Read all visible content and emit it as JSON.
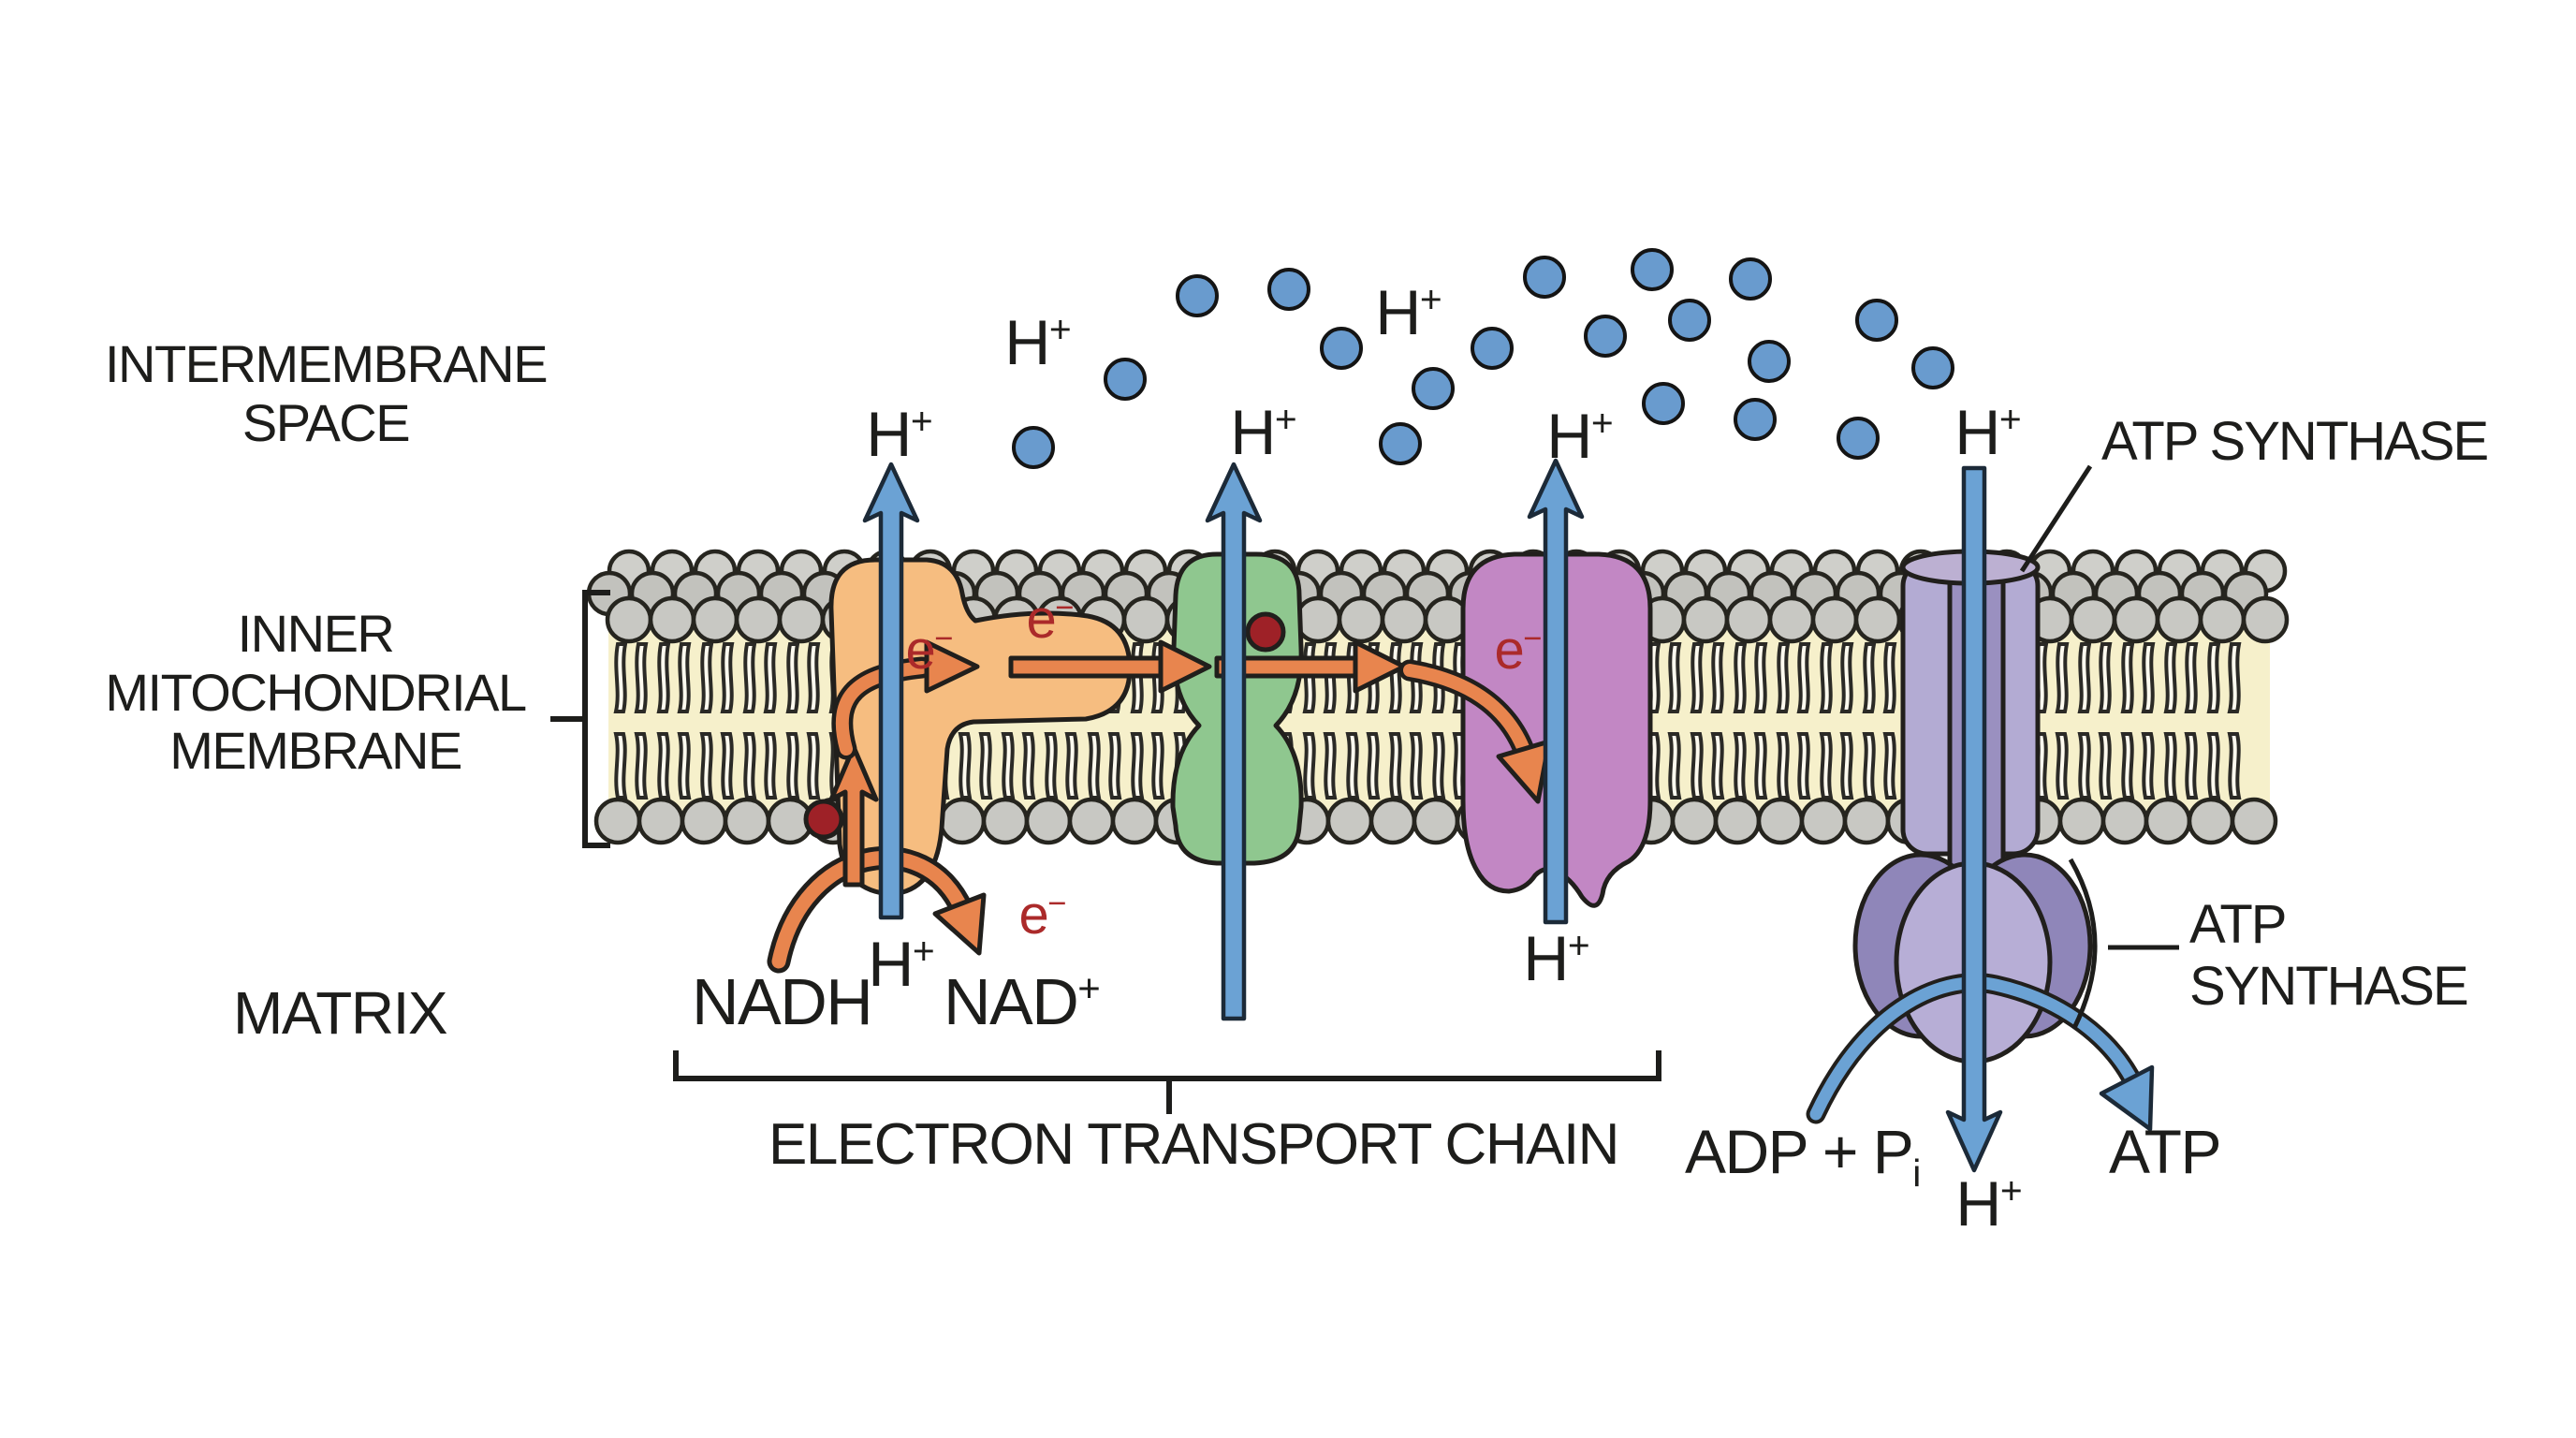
{
  "regions": {
    "intermembrane_space": "INTERMEMBRANE\nSPACE",
    "inner_membrane": "INNER\nMITOCHONDRIAL\nMEMBRANE",
    "matrix": "MATRIX"
  },
  "labels": {
    "electron_transport_chain": "ELECTRON TRANSPORT CHAIN",
    "atp_synthase_callout_top": "ATP SYNTHASE",
    "atp_synthase_callout_right": "ATP\nSYNTHASE",
    "nadh": "NADH",
    "nad_base": "NAD",
    "nad_sup": "+",
    "adp_base": "ADP + P",
    "adp_sub": "i",
    "atp": "ATP",
    "proton_base": "H",
    "proton_sup": "+",
    "electron_base": "e",
    "electron_sup": "−"
  },
  "particles": {
    "proton_symbol": "H+",
    "electron_symbol": "e−",
    "intermembrane_proton_dot_count": 19,
    "proton_pump_arrow_count": 3,
    "cofactor_dot_count": 2
  },
  "colors": {
    "complex1": "#f6bd80",
    "complex2": "#8fc78f",
    "complex3": "#c287c4",
    "synthase_body": "#b3abd3",
    "synthase_rotor": "#9a90c0",
    "synthase_cap": "#bcb0d2",
    "synthase_lobe_side": "#8f86b9",
    "synthase_lobe_front": "#b7aed6",
    "proton_arrow": "#6ba2d4",
    "proton_dot": "#699bce",
    "electron_arrow": "#e8854e",
    "electron_text": "#ab2a2a",
    "cofactor_dot": "#9e2127",
    "membrane_head": "#c8c8c3",
    "membrane_core": "#f6f0cb",
    "text": "#1d1d1b"
  }
}
